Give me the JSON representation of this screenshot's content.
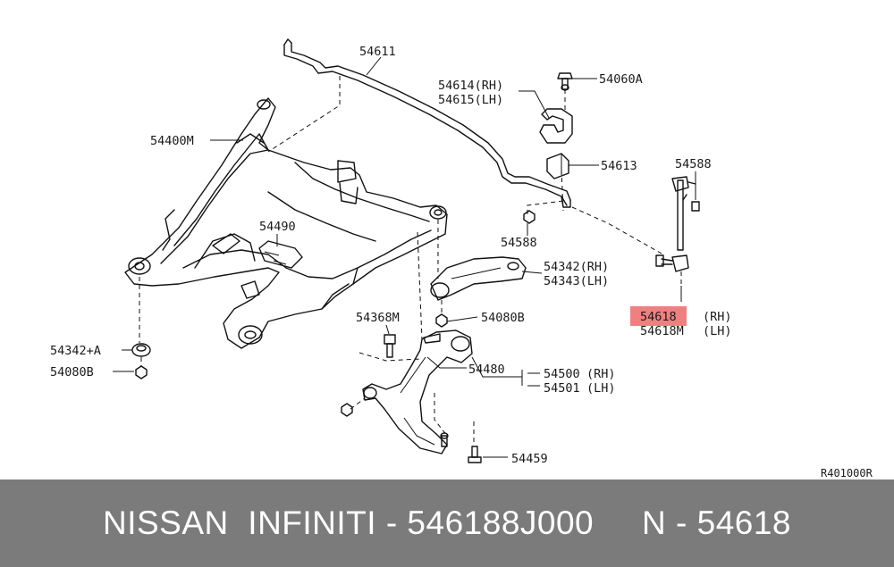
{
  "diagram": {
    "labels": {
      "l54611": "54611",
      "l54614": "54614(RH)",
      "l54615": "54615(LH)",
      "l54060a": "54060A",
      "l54400m": "54400M",
      "l54613": "54613",
      "l54588a": "54588",
      "l54490": "54490",
      "l54588b": "54588",
      "l54342": "54342(RH)",
      "l54343": "54343(LH)",
      "l54368m": "54368M",
      "l54080b": "54080B",
      "l54618": "54618",
      "l54618rh": "(RH)",
      "l54618m": "54618M",
      "l54618lh": "(LH)",
      "l54342a": "54342+A",
      "l54080b2": "54080B",
      "l54480": "54480",
      "l54500": "54500",
      "l54500rh": "(RH)",
      "l54501": "54501",
      "l54501lh": "(LH)",
      "l54459": "54459",
      "ref": "R401000R"
    },
    "highlight_color": "#f08080"
  },
  "footer": {
    "text": "NISSAN  INFINITI - 546188J000     N - 54618"
  }
}
